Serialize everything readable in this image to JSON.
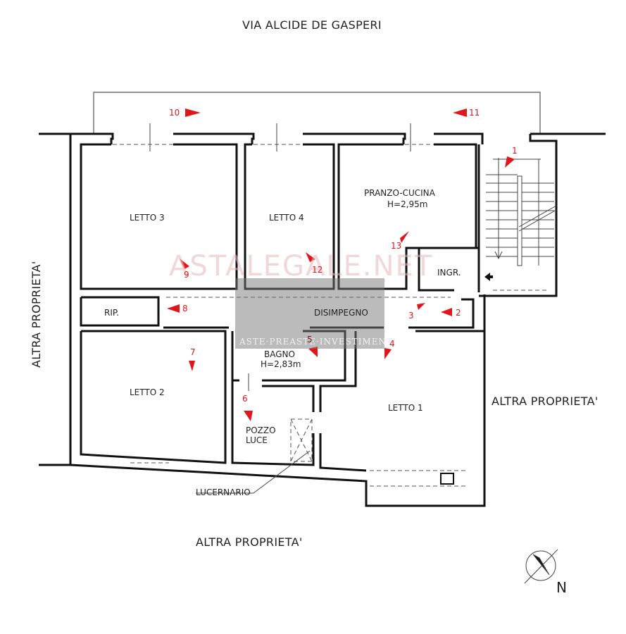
{
  "plan": {
    "street_label": "VIA ALCIDE DE GASPERI",
    "neighbor_left": "ALTRA PROPRIETA'",
    "neighbor_right": "ALTRA PROPRIETA'",
    "neighbor_bottom": "ALTRA PROPRIETA'",
    "skylight_callout": "LUCERNARIO",
    "north_label": "N"
  },
  "rooms": {
    "letto3": "LETTO 3",
    "letto4": "LETTO 4",
    "pranzo_cucina": "PRANZO-CUCINA",
    "pranzo_height": "H=2,95m",
    "ingresso": "INGR.",
    "ripostiglio": "RIP.",
    "disimpegno": "DISIMPEGNO",
    "bagno": "BAGNO",
    "bagno_height": "H=2,83m",
    "letto2": "LETTO 2",
    "letto1": "LETTO 1",
    "pozzo_luce_1": "POZZO",
    "pozzo_luce_2": "LUCE"
  },
  "photo_points": [
    "1",
    "2",
    "3",
    "4",
    "5",
    "6",
    "7",
    "8",
    "9",
    "10",
    "11",
    "12",
    "13"
  ],
  "watermark": {
    "site": "ASTALEGALE.NET",
    "brand": "ASTE·PREASTE·INVESTIMENTI"
  },
  "colors": {
    "wall": "#111111",
    "marker": "#e0161c",
    "watermark_red": "#e8b7ba"
  }
}
